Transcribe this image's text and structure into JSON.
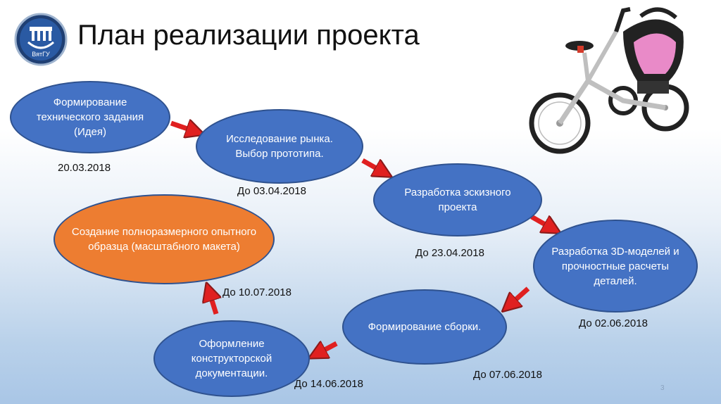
{
  "title": "План реализации проекта",
  "logo": {
    "text": "ВятГУ",
    "icon": "university-emblem"
  },
  "image": {
    "icon": "stroller-bike-photo"
  },
  "steps": [
    {
      "label": "Формирование технического задания (Идея)",
      "date": "20.03.2018",
      "color": "#4472c4"
    },
    {
      "label": "Исследование рынка. Выбор прототипа.",
      "date": "До 03.04.2018",
      "color": "#4472c4"
    },
    {
      "label": "Разработка эскизного проекта",
      "date": "До 23.04.2018",
      "color": "#4472c4"
    },
    {
      "label": "Разработка 3D-моделей и прочностные расчеты деталей.",
      "date": "До 02.06.2018",
      "color": "#4472c4"
    },
    {
      "label": "Формирование сборки.",
      "date": "До 07.06.2018",
      "color": "#4472c4"
    },
    {
      "label": "Оформление конструкторской документации.",
      "date": "До 14.06.2018",
      "color": "#4472c4"
    },
    {
      "label": "Создание полноразмерного опытного образца (масштабного макета)",
      "date": "До 10.07.2018",
      "color": "#ed7d31"
    }
  ],
  "arrow_color": "#e02020",
  "page_number": "3"
}
